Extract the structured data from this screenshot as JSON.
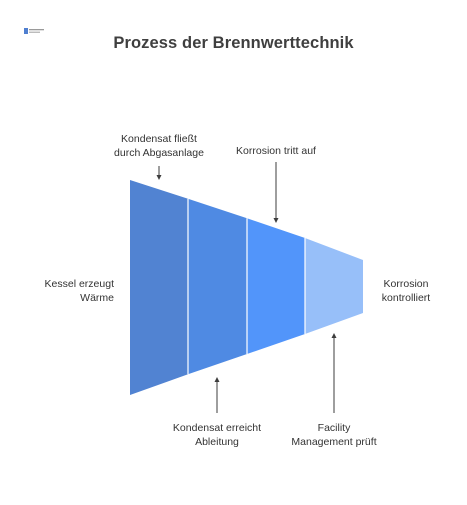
{
  "title": "Prozess der Brennwerttechnik",
  "logo_label": "Brennwert",
  "colors": {
    "segment1": "#5183d2",
    "segment2": "#4f8ae3",
    "segment3": "#5295fa",
    "segment4": "#97bff9",
    "divider": "#ffffff",
    "arrow": "#3d3d3d"
  },
  "labels": {
    "left_start_line1": "Kessel erzeugt",
    "left_start_line2": "Wärme",
    "top1_line1": "Kondensat fließt",
    "top1_line2": "durch Abgasanlage",
    "top2_line1": "Korrosion tritt auf",
    "bottom1_line1": "Kondensat erreicht",
    "bottom1_line2": "Ableitung",
    "bottom2_line1": "Facility",
    "bottom2_line2": "Management prüft",
    "right_end_line1": "Korrosion",
    "right_end_line2": "kontrolliert"
  }
}
